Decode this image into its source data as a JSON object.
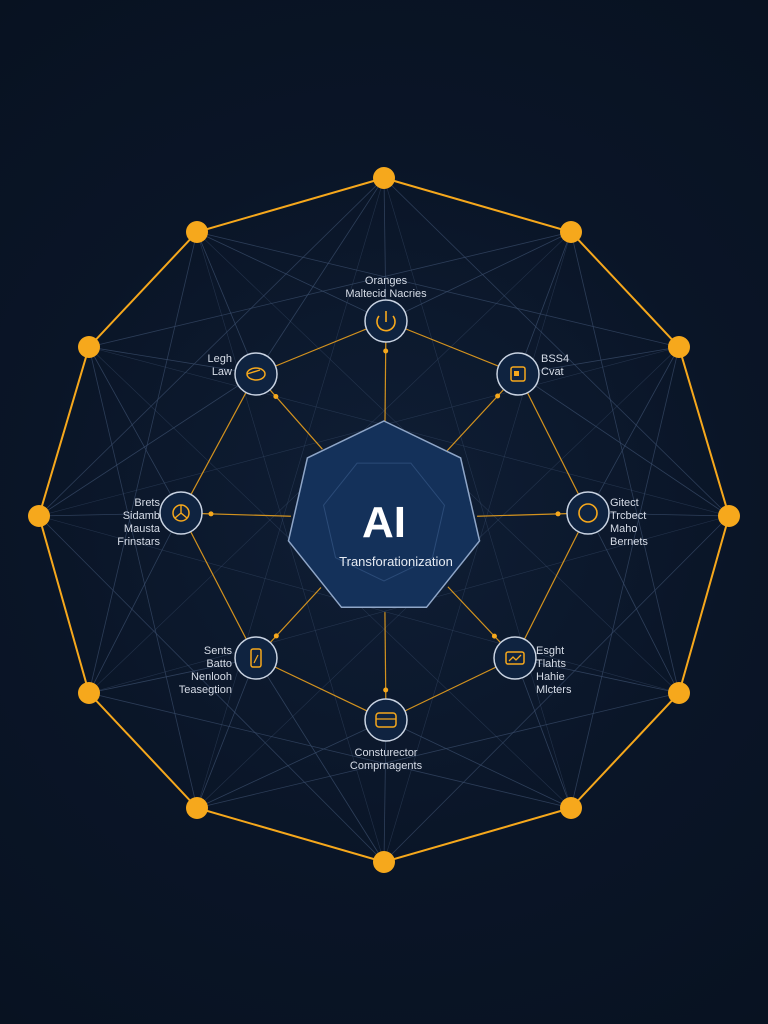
{
  "colors": {
    "background": "#0b1628",
    "accent": "#f6a81c",
    "node_fill": "#0f2340",
    "node_stroke": "#c9d3e2",
    "core_fill": "#14315a",
    "mesh_line": "#3a4d6b"
  },
  "core": {
    "title": "AI",
    "subtitle": "Transforationization"
  },
  "hubs": [
    {
      "name": "top",
      "icon": "power-icon",
      "lines": [
        "Oranges",
        "Maltecid Nacries"
      ]
    },
    {
      "name": "upper-left",
      "icon": "drone-icon",
      "lines": [
        "Legh",
        "Law"
      ]
    },
    {
      "name": "upper-right",
      "icon": "device-icon",
      "lines": [
        "BSS4",
        "Cvat"
      ]
    },
    {
      "name": "left",
      "icon": "chart-pie-icon",
      "lines": [
        "Brets",
        "Sidamb",
        "Mausta",
        "Frinstars"
      ]
    },
    {
      "name": "right",
      "icon": "circle-icon",
      "lines": [
        "Gitect",
        "Trcbect",
        "Maho",
        "Bernets"
      ]
    },
    {
      "name": "lower-left",
      "icon": "phone-icon",
      "lines": [
        "Sents",
        "Batto",
        "Nenlooh",
        "Teasegtion"
      ]
    },
    {
      "name": "lower-right",
      "icon": "chart-card-icon",
      "lines": [
        "Esght",
        "Tlahts",
        "Hahie",
        "Mlcters"
      ]
    },
    {
      "name": "bottom",
      "icon": "cube-icon",
      "lines": [
        "Consturector",
        "Comprnagents"
      ]
    }
  ],
  "outer_node_count": 12
}
